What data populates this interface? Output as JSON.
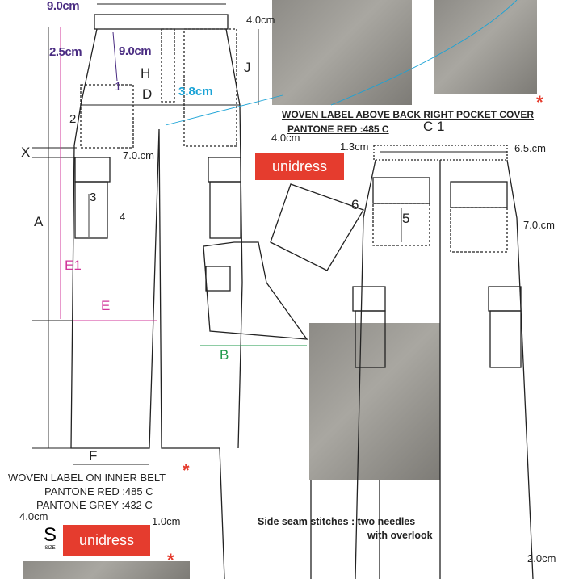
{
  "front": {
    "waist_dim": "9.0cm",
    "belt_loop_dim": "9.0cm",
    "pocket_edge_dim": "2.5cm",
    "fly_dim": "3.8cm",
    "waistband_dim": "4.0cm",
    "cargo_flap_dim": "7.0.cm",
    "letters": {
      "A": "A",
      "E1": "E1",
      "E": "E",
      "F": "F",
      "B": "B",
      "D": "D",
      "H": "H",
      "J": "J",
      "X": "X",
      "one": "1",
      "two": "2",
      "three": "3",
      "four": "4"
    }
  },
  "back": {
    "label_title": "WOVEN LABEL  ABOVE BACK RIGHT POCKET COVER",
    "label_pantone": "PANTONE RED :485 C",
    "c1": "C 1",
    "label_width": "4.0cm",
    "label_height": "1.3cm",
    "elastic_dim": "6.5.cm",
    "pocket_dim": "7.0.cm",
    "five": "5",
    "six": "6",
    "hem_dim": "2.0cm",
    "side_seam_line1": "Side seam stitches : two needles",
    "side_seam_line2": "with overlook"
  },
  "inner_belt": {
    "title": "WOVEN LABEL ON INNER BELT",
    "pantone_red": "PANTONE RED :485 C",
    "pantone_grey": "PANTONE GREY :432 C",
    "width": "4.0cm",
    "height": "1.0cm",
    "size": "S",
    "size_caption": "SIZE"
  },
  "brand": "unidress",
  "required_mark": "*",
  "colors": {
    "label_red": "#e53c2e",
    "dim_purple": "#4a2c82",
    "dim_cyan": "#1aa3d6",
    "dim_pink": "#d0369a",
    "dim_green": "#1e9a4a"
  }
}
